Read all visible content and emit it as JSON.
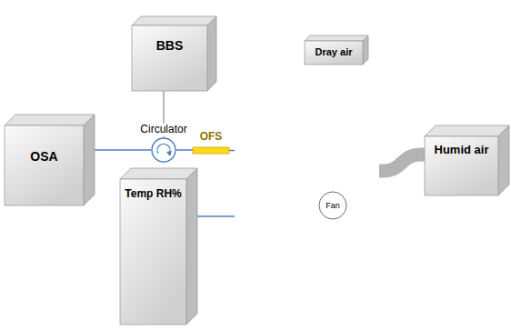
{
  "diagram": {
    "nodes": [
      {
        "text": [
          "BBS"
        ]
      },
      {
        "text": []
      },
      {
        "text": [
          "Dray air"
        ],
        "in": 1
      },
      {
        "text": [
          "OSA"
        ]
      },
      {
        "text": [
          "Circulator"
        ]
      },
      {
        "text": [
          "OFS"
        ]
      },
      {
        "text": [
          "Fan"
        ],
        "in": 1
      },
      {
        "text": [
          "Humid air"
        ]
      },
      {
        "text": [
          "Temp RH%"
        ]
      }
    ],
    "edges": [
      {
        "from": 3,
        "to": 4,
        "arrow": "none"
      },
      {
        "from": 4,
        "to": 0,
        "arrow": "none"
      },
      {
        "from": 4,
        "to": 5,
        "arrow": "none"
      },
      {
        "from": 5,
        "to": 1,
        "arrow": "none"
      },
      {
        "from": 8,
        "to": 1,
        "arrow": "none"
      },
      {
        "from": 1,
        "to": 7,
        "arrow": "none"
      }
    ]
  }
}
